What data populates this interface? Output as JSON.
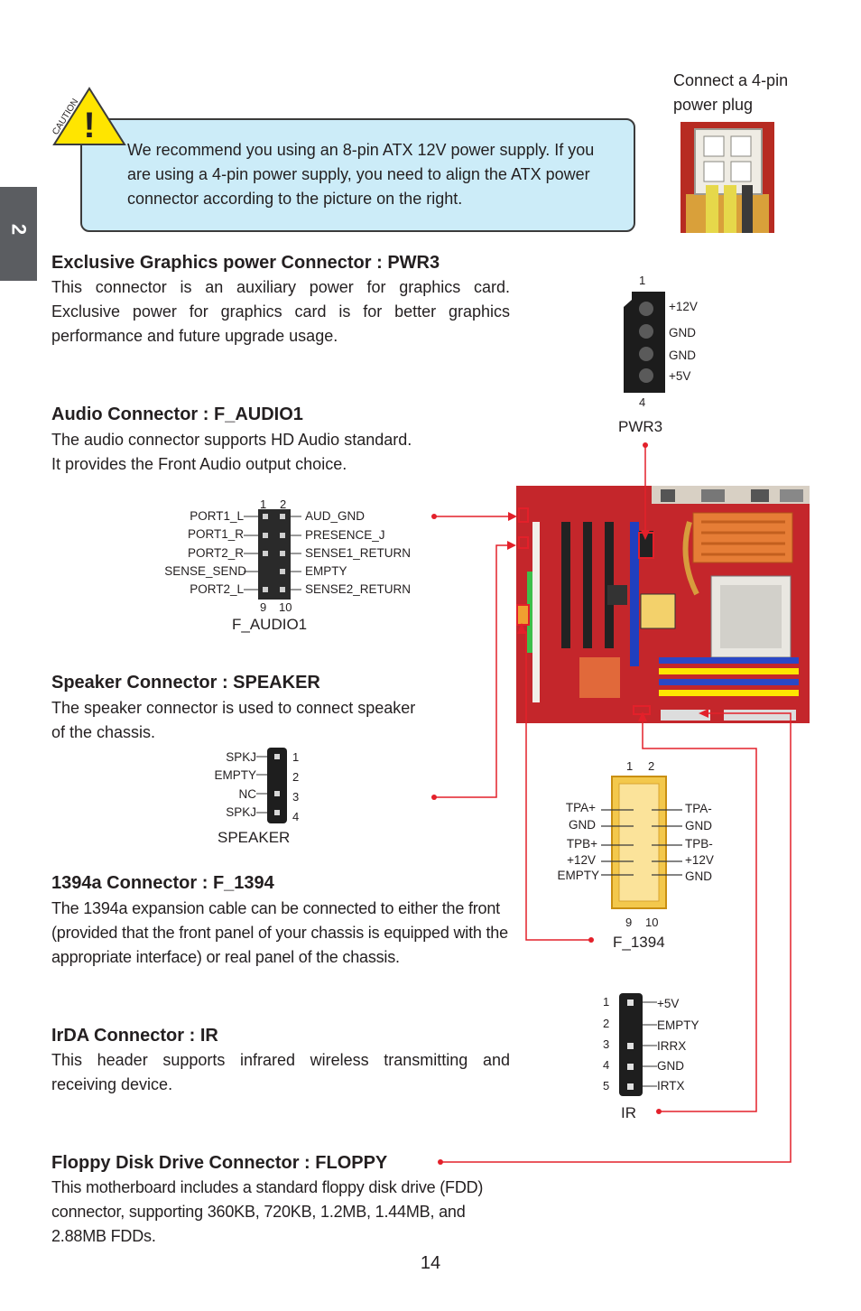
{
  "chapter_tab": "2",
  "caution": {
    "label": "CAUTION",
    "mark": "!",
    "text": "We recommend you using an 8-pin ATX 12V power supply. If you are using a 4-pin power supply, you need to align the ATX power connector according to the picture on the right."
  },
  "power_plug_note": "Connect a 4-pin power plug",
  "sections": {
    "pwr3": {
      "title": "Exclusive Graphics power Connector : PWR3",
      "body": "This connector is an auxiliary power for graphics card. Exclusive power for graphics card is for better graphics performance and future upgrade usage."
    },
    "audio": {
      "title": "Audio Connector : F_AUDIO1",
      "body_line1": "The audio connector supports HD Audio standard.",
      "body_line2": "It provides the Front Audio output choice."
    },
    "speaker": {
      "title": "Speaker Connector : SPEAKER",
      "body_line1": "The speaker connector is used to connect speaker",
      "body_line2": "of the chassis."
    },
    "f1394": {
      "title": "1394a Connector : F_1394",
      "body": "The 1394a expansion cable can be connected to either the front (provided that the front panel of your chassis is equipped with the appropriate interface) or real panel of the chassis."
    },
    "ir": {
      "title": "IrDA Connector : IR",
      "body": "This header supports infrared wireless transmitting and receiving device."
    },
    "floppy": {
      "title": "Floppy Disk Drive Connector : FLOPPY",
      "body": "This motherboard includes a standard floppy disk drive (FDD) connector, supporting 360KB, 720KB, 1.2MB, 1.44MB, and 2.88MB FDDs."
    }
  },
  "pwr3_diagram": {
    "pin_top": "1",
    "pin_bottom": "4",
    "pins": [
      "+12V",
      "GND",
      "GND",
      "+5V"
    ],
    "caption": "PWR3"
  },
  "audio_diagram": {
    "top_nums": [
      "1",
      "2"
    ],
    "bottom_nums": [
      "9",
      "10"
    ],
    "left": [
      "PORT1_L",
      "PORT1_R",
      "PORT2_R",
      "SENSE_SEND",
      "PORT2_L"
    ],
    "right": [
      "AUD_GND",
      "PRESENCE_J",
      "SENSE1_RETURN",
      "EMPTY",
      "SENSE2_RETURN"
    ],
    "caption": "F_AUDIO1"
  },
  "speaker_diagram": {
    "left": [
      "SPKJ",
      "EMPTY",
      "NC",
      "SPKJ"
    ],
    "nums": [
      "1",
      "2",
      "3",
      "4"
    ],
    "caption": "SPEAKER"
  },
  "f1394_diagram": {
    "top_nums": [
      "1",
      "2"
    ],
    "bottom_nums": [
      "9",
      "10"
    ],
    "left": [
      "TPA+",
      "GND",
      "TPB+",
      "+12V",
      "EMPTY"
    ],
    "right": [
      "TPA-",
      "GND",
      "TPB-",
      "+12V",
      "GND"
    ],
    "caption": "F_1394"
  },
  "ir_diagram": {
    "nums": [
      "1",
      "2",
      "3",
      "4",
      "5"
    ],
    "right": [
      "+5V",
      "EMPTY",
      "IRRX",
      "GND",
      "IRTX"
    ],
    "caption": "IR"
  },
  "colors": {
    "accent_red": "#e3202a",
    "caution_fill": "#ccecf8",
    "caution_triangle": "#ffe500",
    "tab_gray": "#5b5d61",
    "board_red": "#c4262b"
  },
  "page_number": "14"
}
